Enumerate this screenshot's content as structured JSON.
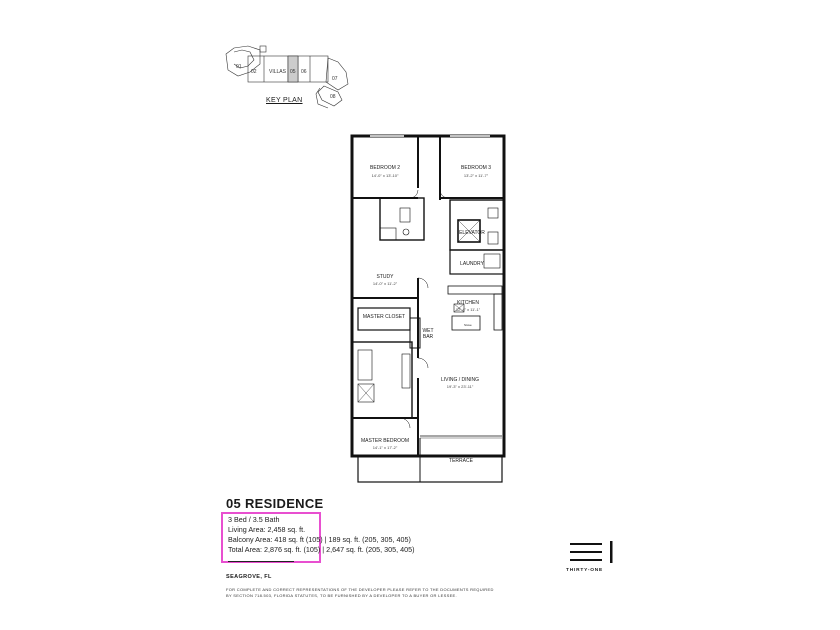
{
  "key_plan": {
    "label": "KEY PLAN",
    "units": [
      "01",
      "02",
      "VILLAS",
      "05",
      "06",
      "07",
      "08"
    ]
  },
  "floor_plan": {
    "rooms": {
      "bedroom2": {
        "name": "BEDROOM 2",
        "dims": "14'-0\" x 13'-10\""
      },
      "bedroom3": {
        "name": "BEDROOM 3",
        "dims": "13'-2\" x 11'-7\""
      },
      "elevator": {
        "name": "ELEVATOR"
      },
      "laundry": {
        "name": "LAUNDRY"
      },
      "study": {
        "name": "STUDY",
        "dims": "14'-0\" x 11'-2\""
      },
      "kitchen": {
        "name": "KITCHEN",
        "dims": "12'-4\" x 11'-1\""
      },
      "master_closet": {
        "name": "MASTER CLOSET"
      },
      "wet_bar": {
        "name": "WET BAR"
      },
      "living_dining": {
        "name": "LIVING / DINING",
        "dims": "19'-3\" x 23'-11\""
      },
      "master_bedroom": {
        "name": "MASTER BEDROOM",
        "dims": "14'-1\" x 17'-2\""
      },
      "terrace": {
        "name": "TERRACE"
      }
    },
    "stove_label": "Stove"
  },
  "residence": {
    "title": "05 RESIDENCE",
    "specs": [
      "3 Bed / 3.5 Bath",
      "Living Area: 2,458 sq. ft.",
      "Balcony Area: 418 sq. ft (105) | 189 sq. ft. (205, 305, 405)",
      "Total Area: 2,876 sq. ft. (105) | 2,647 sq. ft. (205, 305, 405)"
    ],
    "highlight_color": "#e84fd0"
  },
  "location": "SEAGROVE, FL",
  "disclaimer": {
    "line1": "FOR COMPLETE AND CORRECT REPRESENTATIONS OF THE DEVELOPER PLEASE REFER TO THE DOCUMENTS REQUIRED",
    "line2": "BY SECTION 718.503, FLORIDA STATUTES, TO BE FURNISHED BY A DEVELOPER TO A BUYER OR LESSEE."
  },
  "brand": {
    "name": "THIRTY-ONE"
  }
}
